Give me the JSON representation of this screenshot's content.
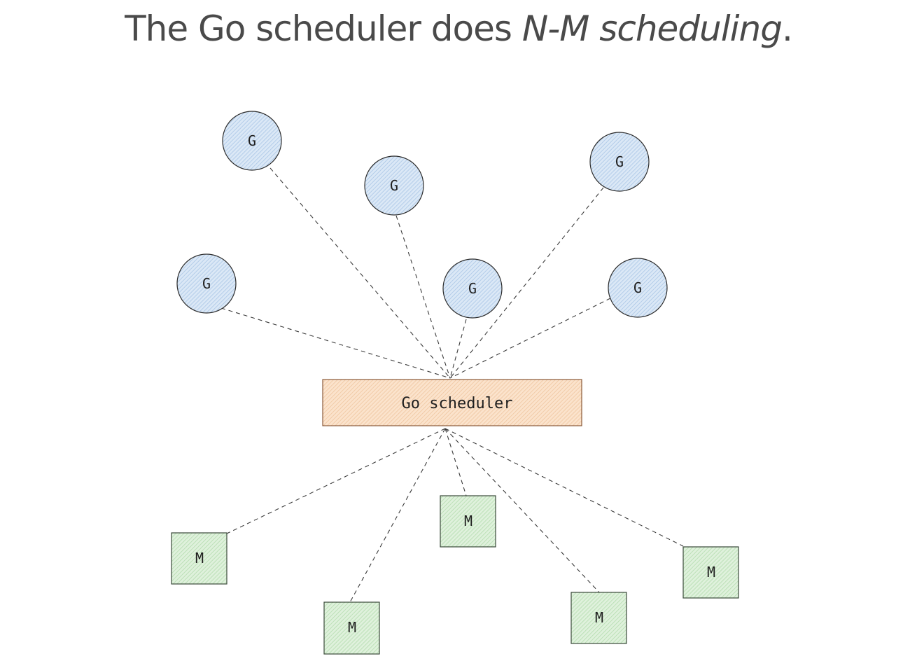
{
  "title": {
    "prefix": "The Go scheduler does ",
    "emphasis": "N-M scheduling",
    "suffix": "."
  },
  "diagram": {
    "scheduler": {
      "label": "Go scheduler"
    },
    "goroutines": [
      {
        "id": "g1",
        "label": "G"
      },
      {
        "id": "g2",
        "label": "G"
      },
      {
        "id": "g3",
        "label": "G"
      },
      {
        "id": "g4",
        "label": "G"
      },
      {
        "id": "g5",
        "label": "G"
      },
      {
        "id": "g6",
        "label": "G"
      }
    ],
    "machines": [
      {
        "id": "m1",
        "label": "M"
      },
      {
        "id": "m2",
        "label": "M"
      },
      {
        "id": "m3",
        "label": "M"
      },
      {
        "id": "m4",
        "label": "M"
      },
      {
        "id": "m5",
        "label": "M"
      }
    ],
    "colors": {
      "goroutine_fill": "#dbe8f6",
      "goroutine_hatch": "#a9c6e6",
      "goroutine_stroke": "#2b2b2b",
      "scheduler_fill": "#fbe3cc",
      "scheduler_hatch": "#efc59f",
      "scheduler_stroke": "#8a5a3a",
      "machine_fill": "#dff1dc",
      "machine_hatch": "#b3dcae",
      "machine_stroke": "#3a4a3a"
    }
  }
}
